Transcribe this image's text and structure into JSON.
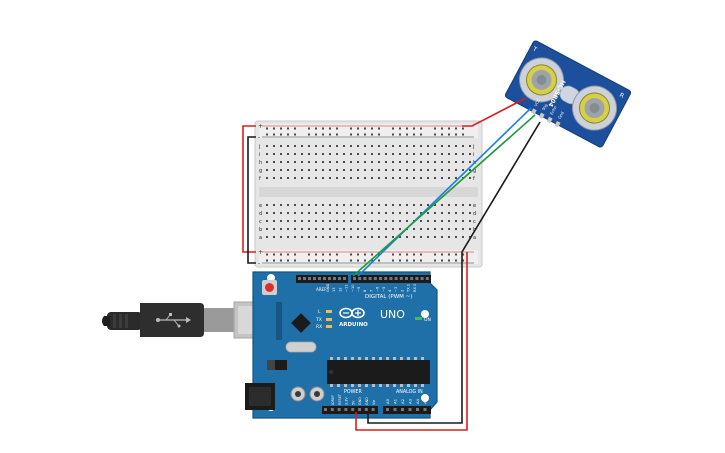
{
  "colors": {
    "board": "#1f6fa8",
    "board_edge": "#155683",
    "breadboard": "#e9e9e9",
    "sensor": "#1c4f9c",
    "wire_red": "#d81e1e",
    "wire_black": "#1a1a1a",
    "wire_green": "#1f9a3a",
    "wire_blue": "#1c7fe0",
    "usb_cable": "#2b2b2b"
  },
  "arduino": {
    "brand": "ARDUINO",
    "model": "UNO",
    "digital_header": "DIGITAL (PWM ~)",
    "power_header": "POWER",
    "analog_header": "ANALOG IN",
    "led_on": "ON",
    "led_l": "L",
    "led_tx": "TX",
    "led_rx": "RX",
    "analog_pins": [
      "A0",
      "A1",
      "A2",
      "A3",
      "A4",
      "A5"
    ],
    "power_pins": [
      "IOREF",
      "RESET",
      "3.3V",
      "5V",
      "GND",
      "GND",
      "Vin"
    ],
    "aref": "AREF",
    "digital_pins": [
      "GND",
      "13",
      "12",
      "~11",
      "~10",
      "~9",
      "8",
      "7",
      "~6",
      "~5",
      "4",
      "~3",
      "2",
      "TX 1",
      "RX 0"
    ]
  },
  "sensor": {
    "model": "HC-SR04",
    "pins": [
      "VCC",
      "Trig",
      "Echo",
      "Gnd"
    ],
    "tx_label": "T",
    "rx_label": "R"
  },
  "breadboard": {
    "row_letters_top": [
      "j",
      "i",
      "h",
      "g",
      "f"
    ],
    "row_letters_bottom": [
      "e",
      "d",
      "c",
      "b",
      "a"
    ],
    "rail_plus": "+",
    "rail_minus": "-"
  },
  "icons": {
    "usb": "usb-plug-icon",
    "reset": "reset-button-icon",
    "arduino_logo": "infinity-logo-icon"
  }
}
